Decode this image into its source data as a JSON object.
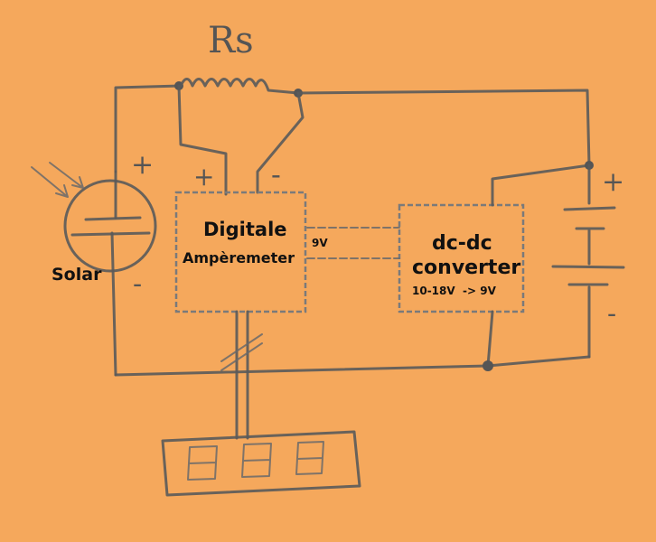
{
  "resistor": {
    "label": "Rs"
  },
  "solar": {
    "label": "Solar",
    "plus": "+",
    "minus": "-"
  },
  "ammeter": {
    "line1": "Digitale",
    "line2": "Ampèremeter",
    "plus": "+",
    "minus": "-"
  },
  "supply": {
    "label": "9V"
  },
  "converter": {
    "line1": "dc-dc",
    "line2": "converter",
    "range": "10-18V  -> 9V"
  },
  "battery": {
    "plus": "+",
    "minus": "-"
  },
  "colors": {
    "paper": "#F5A85C",
    "pencil": "#5a5a5a",
    "ink": "#111111"
  }
}
